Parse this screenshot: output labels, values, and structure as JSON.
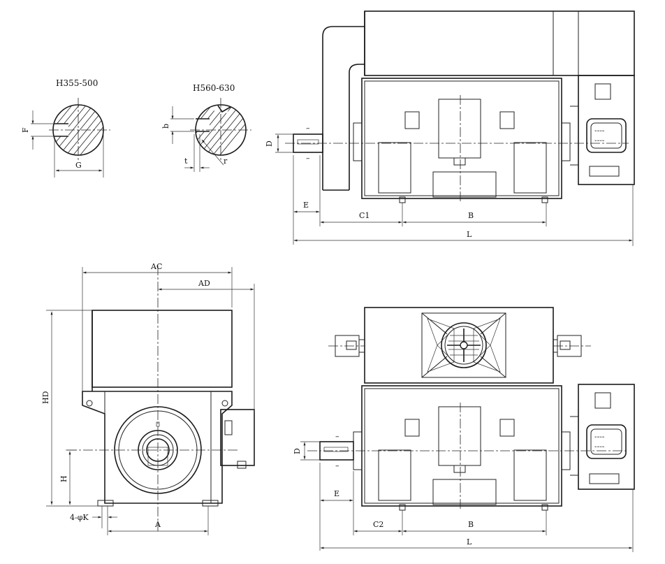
{
  "shaft_details": {
    "left_title": "H355-500",
    "right_title": "H560-630",
    "dim_F": "F",
    "dim_G": "G",
    "dim_b": "b",
    "dim_t": "t",
    "dim_r": "r"
  },
  "side_view_top": {
    "dim_D": "D",
    "dim_E": "E",
    "dim_C1": "C1",
    "dim_B": "B",
    "dim_L": "L"
  },
  "end_view": {
    "dim_AC": "AC",
    "dim_AD": "AD",
    "dim_HD": "HD",
    "dim_H": "H",
    "dim_K": "4-φK",
    "dim_A": "A"
  },
  "side_view_bottom": {
    "dim_D": "D",
    "dim_E": "E",
    "dim_C2": "C2",
    "dim_B": "B",
    "dim_L": "L"
  },
  "colors": {
    "line": "#222222",
    "background": "#ffffff"
  }
}
